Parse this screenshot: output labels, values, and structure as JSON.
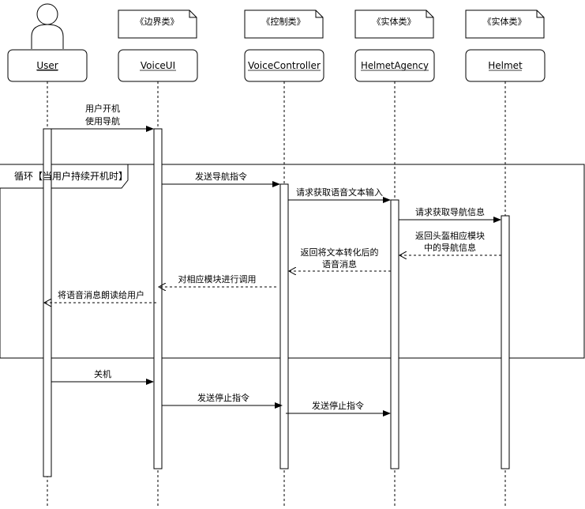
{
  "participants": [
    {
      "name": "User",
      "stereotype": ""
    },
    {
      "name": "VoiceUI",
      "stereotype": "《边界类》"
    },
    {
      "name": "VoiceController",
      "stereotype": "《控制类》"
    },
    {
      "name": "HelmetAgency",
      "stereotype": "《实体类》"
    },
    {
      "name": "Helmet",
      "stereotype": "《实体类》"
    }
  ],
  "loop": {
    "label": "循环【当用户持续开机时】"
  },
  "messages": [
    {
      "lines": [
        "用户开机",
        "使用导航"
      ],
      "from": "User",
      "to": "VoiceUI",
      "kind": "sync"
    },
    {
      "lines": [
        "发送导航指令"
      ],
      "from": "VoiceUI",
      "to": "VoiceController",
      "kind": "sync"
    },
    {
      "lines": [
        "请求获取语音文本输入"
      ],
      "from": "VoiceController",
      "to": "HelmetAgency",
      "kind": "sync"
    },
    {
      "lines": [
        "请求获取导航信息"
      ],
      "from": "HelmetAgency",
      "to": "Helmet",
      "kind": "sync"
    },
    {
      "lines": [
        "返回头盔相应模块",
        "中的导航信息"
      ],
      "from": "Helmet",
      "to": "HelmetAgency",
      "kind": "return"
    },
    {
      "lines": [
        "返回将文本转化后的",
        "语音消息"
      ],
      "from": "HelmetAgency",
      "to": "VoiceController",
      "kind": "return"
    },
    {
      "lines": [
        "对相应模块进行调用"
      ],
      "from": "VoiceController",
      "to": "VoiceUI",
      "kind": "return"
    },
    {
      "lines": [
        "将语音消息朗读给用户"
      ],
      "from": "VoiceUI",
      "to": "User",
      "kind": "return"
    },
    {
      "lines": [
        "关机"
      ],
      "from": "User",
      "to": "VoiceUI",
      "kind": "sync"
    },
    {
      "lines": [
        "发送停止指令"
      ],
      "from": "VoiceUI",
      "to": "VoiceController",
      "kind": "sync"
    },
    {
      "lines": [
        "发送停止指令"
      ],
      "from": "VoiceController",
      "to": "HelmetAgency",
      "kind": "sync"
    }
  ]
}
